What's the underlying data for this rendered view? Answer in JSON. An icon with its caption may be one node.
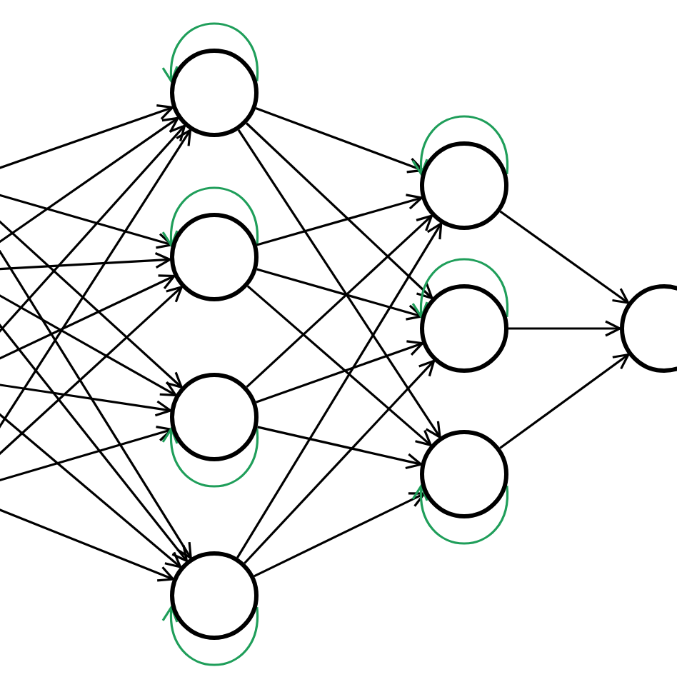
{
  "diagram": {
    "nodes": [
      {
        "text": [],
        "shape": "circle"
      },
      {
        "text": [],
        "shape": "circle"
      },
      {
        "text": [],
        "shape": "circle"
      },
      {
        "text": [],
        "shape": "circle"
      },
      {
        "text": [],
        "shape": "circle"
      },
      {
        "text": [],
        "shape": "circle"
      },
      {
        "text": [],
        "shape": "circle"
      },
      {
        "text": [],
        "shape": "circle"
      }
    ],
    "edges": [
      {
        "from": null,
        "to": 0,
        "arrow": "to"
      },
      {
        "from": null,
        "to": 1,
        "arrow": "to"
      },
      {
        "from": null,
        "to": 2,
        "arrow": "to"
      },
      {
        "from": null,
        "to": 3,
        "arrow": "to"
      },
      {
        "from": null,
        "to": 0,
        "arrow": "to"
      },
      {
        "from": null,
        "to": 1,
        "arrow": "to"
      },
      {
        "from": null,
        "to": 2,
        "arrow": "to"
      },
      {
        "from": null,
        "to": 3,
        "arrow": "to"
      },
      {
        "from": null,
        "to": 0,
        "arrow": "to"
      },
      {
        "from": null,
        "to": 1,
        "arrow": "to"
      },
      {
        "from": null,
        "to": 2,
        "arrow": "to"
      },
      {
        "from": null,
        "to": 3,
        "arrow": "to"
      },
      {
        "from": null,
        "to": 0,
        "arrow": "to"
      },
      {
        "from": null,
        "to": 1,
        "arrow": "to"
      },
      {
        "from": null,
        "to": 2,
        "arrow": "to"
      },
      {
        "from": null,
        "to": 3,
        "arrow": "to"
      },
      {
        "from": 0,
        "to": 0,
        "arrow": "to",
        "color": "#1f9e5a"
      },
      {
        "from": 1,
        "to": 1,
        "arrow": "to",
        "color": "#1f9e5a"
      },
      {
        "from": 2,
        "to": 2,
        "arrow": "to",
        "color": "#1f9e5a"
      },
      {
        "from": 3,
        "to": 3,
        "arrow": "to",
        "color": "#1f9e5a"
      },
      {
        "from": 0,
        "to": 4,
        "arrow": "to"
      },
      {
        "from": 0,
        "to": 5,
        "arrow": "to"
      },
      {
        "from": 0,
        "to": 6,
        "arrow": "to"
      },
      {
        "from": 1,
        "to": 4,
        "arrow": "to"
      },
      {
        "from": 1,
        "to": 5,
        "arrow": "to"
      },
      {
        "from": 1,
        "to": 6,
        "arrow": "to"
      },
      {
        "from": 2,
        "to": 4,
        "arrow": "to"
      },
      {
        "from": 2,
        "to": 5,
        "arrow": "to"
      },
      {
        "from": 2,
        "to": 6,
        "arrow": "to"
      },
      {
        "from": 3,
        "to": 4,
        "arrow": "to"
      },
      {
        "from": 3,
        "to": 5,
        "arrow": "to"
      },
      {
        "from": 3,
        "to": 6,
        "arrow": "to"
      },
      {
        "from": 4,
        "to": 4,
        "arrow": "to",
        "color": "#1f9e5a"
      },
      {
        "from": 5,
        "to": 5,
        "arrow": "to",
        "color": "#1f9e5a"
      },
      {
        "from": 6,
        "to": 6,
        "arrow": "to",
        "color": "#1f9e5a"
      },
      {
        "from": 4,
        "to": 7,
        "arrow": "to"
      },
      {
        "from": 5,
        "to": 7,
        "arrow": "to"
      },
      {
        "from": 6,
        "to": 7,
        "arrow": "to"
      }
    ]
  }
}
